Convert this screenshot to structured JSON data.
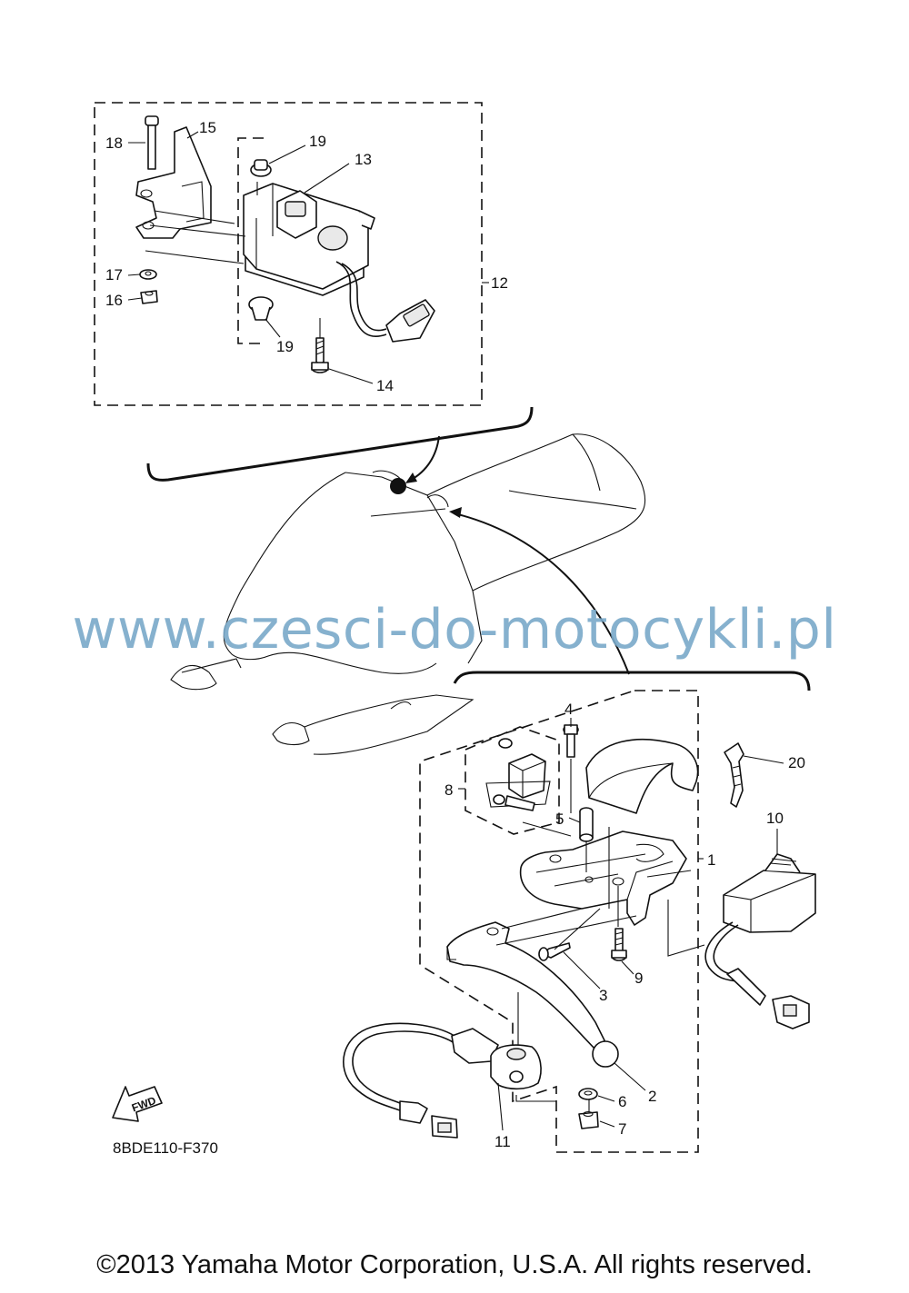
{
  "drawing_code": "8BDE110-F370",
  "watermark": "www.czesci-do-motocykli.pl",
  "copyright": "©2013 Yamaha Motor Corporation, U.S.A. All rights reserved.",
  "fwd_label": "FWD",
  "callouts": {
    "c1": "1",
    "c2": "2",
    "c3": "3",
    "c4": "4",
    "c5": "5",
    "c6": "6",
    "c7": "7",
    "c8": "8",
    "c9": "9",
    "c10": "10",
    "c11": "11",
    "c12": "12",
    "c13": "13",
    "c14": "14",
    "c15": "15",
    "c16": "16",
    "c17": "17",
    "c18": "18",
    "c19a": "19",
    "c19b": "19",
    "c20": "20"
  },
  "colors": {
    "line": "#111111",
    "watermark": "#79a9c9",
    "background": "#ffffff"
  }
}
